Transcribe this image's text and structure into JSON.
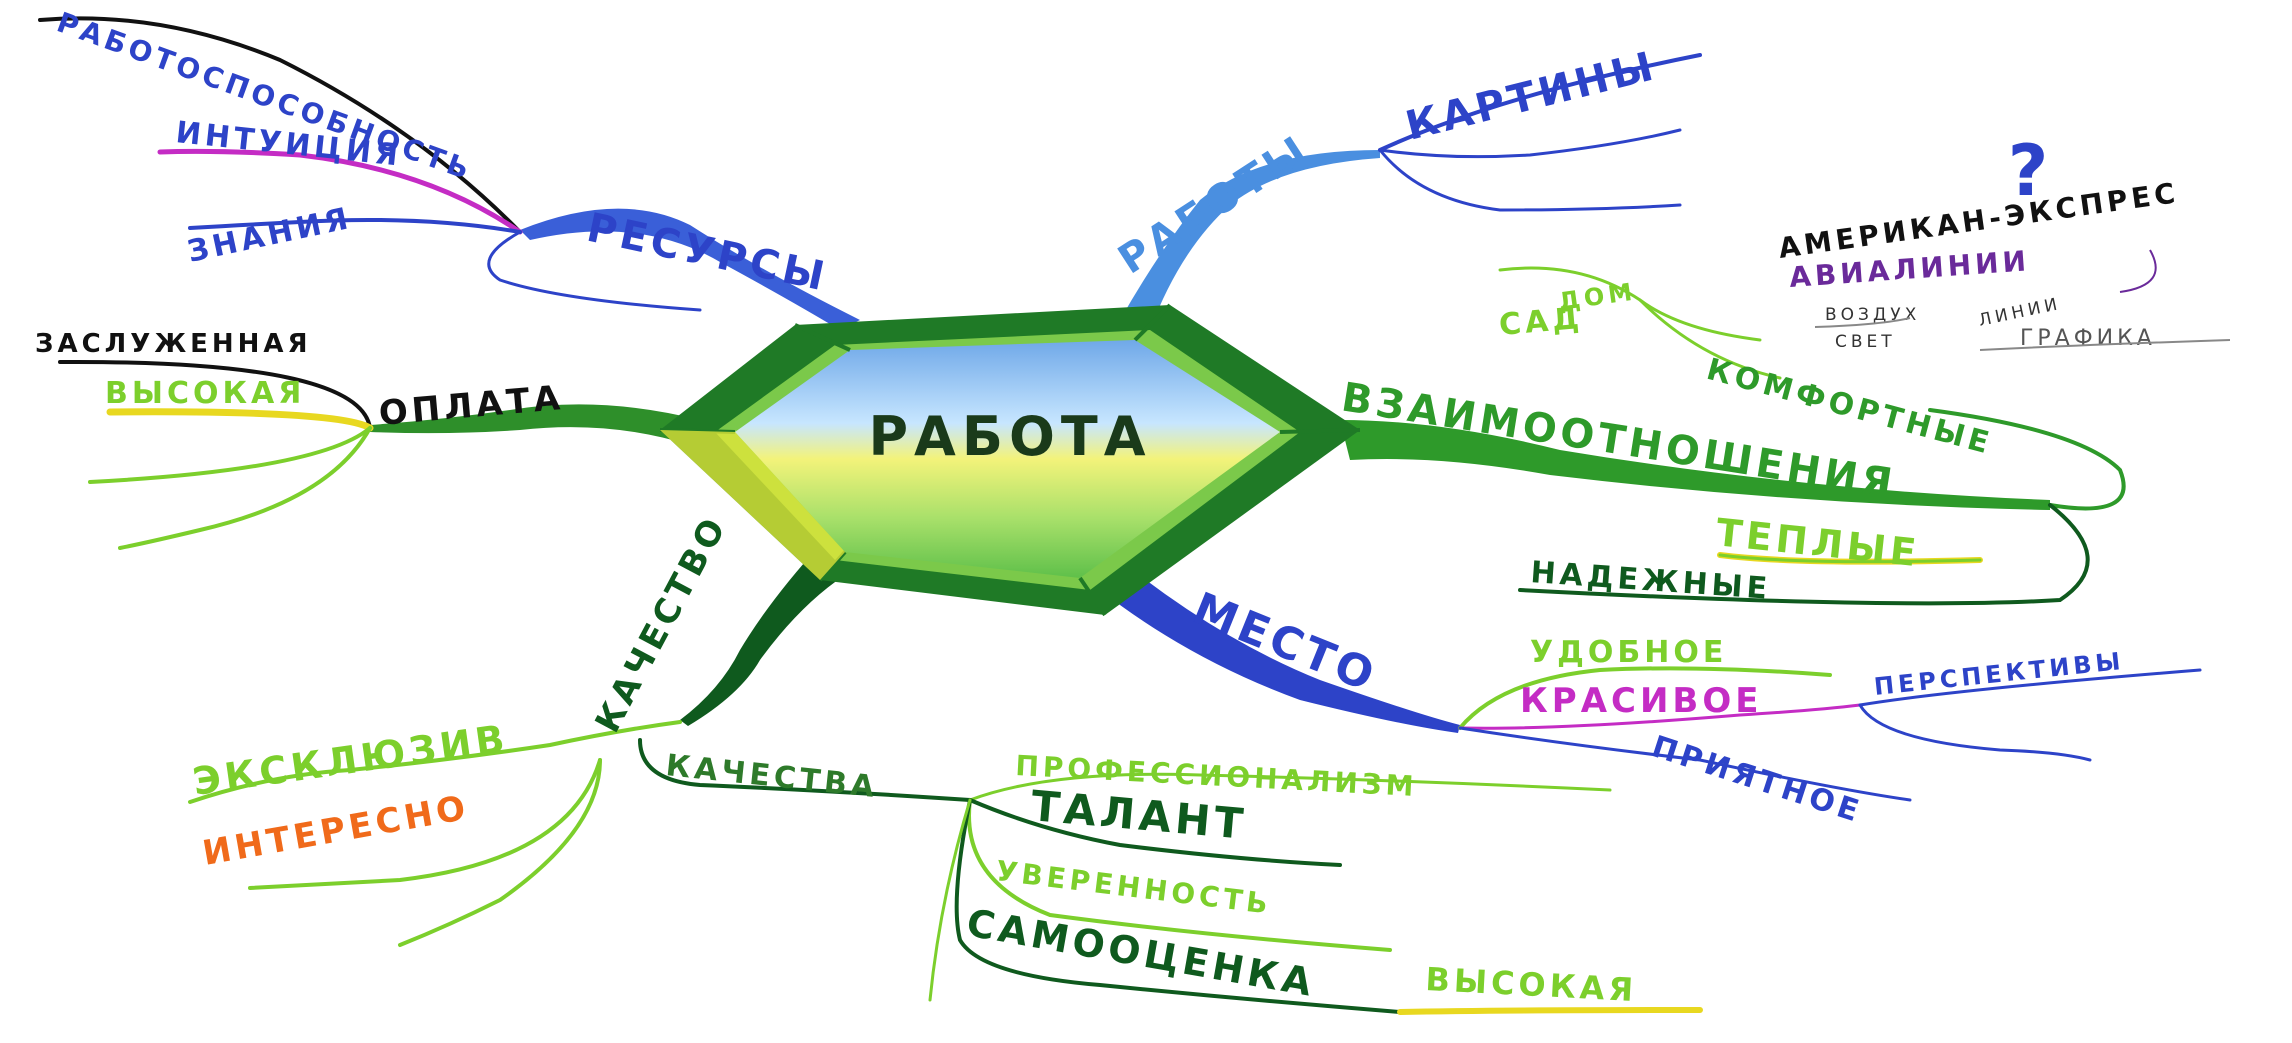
{
  "center": {
    "label": "РАБОТА"
  },
  "branches": {
    "resources": {
      "label": "РЕСУРСЫ",
      "items": {
        "capacity": "РАБОТОСПОСОБНОСТЬ",
        "intuition": "ИНТУИЦИЯ",
        "knowledge": "ЗНАНИЯ"
      }
    },
    "works": {
      "label": "РАБОТЫ",
      "items": {
        "pictures": "КАРТИНЫ"
      }
    },
    "payment": {
      "label": "ОПЛАТА",
      "items": {
        "deserved": "ЗАСЛУЖЕННАЯ",
        "high": "ВЫСОКАЯ"
      }
    },
    "relations": {
      "label": "ВЗАИМООТНОШЕНИЯ",
      "items": {
        "home": "ДОМ",
        "garden": "САД",
        "comfortable": "КОМФОРТНЫЕ",
        "warm": "ТЕПЛЫЕ",
        "reliable": "НАДЕЖНЫЕ"
      }
    },
    "place": {
      "label": "МЕСТО",
      "items": {
        "convenient": "УДОБНОЕ",
        "beautiful": "КРАСИВОЕ",
        "prospects": "ПЕРСПЕКТИВЫ",
        "pleasant": "ПРИЯТНОЕ"
      }
    },
    "quality": {
      "label": "КАЧЕСТВО",
      "items": {
        "exclusive": "ЭКСКЛЮЗИВ",
        "interesting": "ИНТЕРЕСНО"
      }
    },
    "qualities": {
      "label": "КАЧЕСТВА",
      "items": {
        "professionalism": "ПРОФЕССИОНАЛИЗМ",
        "talent": "ТАЛАНТ",
        "confidence": "УВЕРЕННОСТЬ",
        "selfesteem": "САМООЦЕНКА",
        "high": "ВЫСОКАЯ"
      }
    }
  },
  "annotations": {
    "question_mark": "?",
    "american_express": "АМЕРИКАН-ЭКСПРЕС",
    "airlines": "АВИАЛИНИИ",
    "air": "ВОЗДУХ",
    "light": "СВЕТ",
    "lines": "ЛИНИИ",
    "graphics": "ГРАФИКА"
  },
  "colors": {
    "dark_green": "#0f5a1e",
    "green": "#2e9a2a",
    "light_green": "#7ccf2c",
    "yellow": "#f0f030",
    "blue": "#2d43c8",
    "light_blue": "#4a8fe0",
    "magenta": "#c42cc4",
    "orange": "#f06a1a",
    "black": "#111111"
  }
}
